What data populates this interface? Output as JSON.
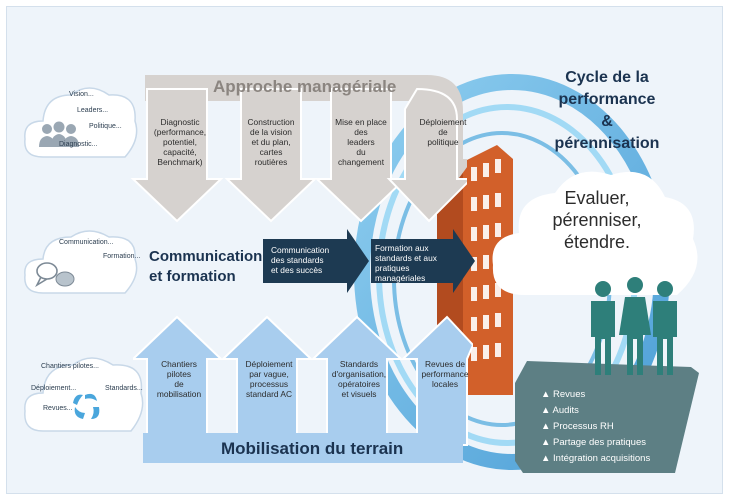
{
  "top_section": {
    "title": "Approche managériale",
    "cloud_labels": [
      "Vision...",
      "Leaders...",
      "Politique...",
      "Diagnostic..."
    ],
    "columns": [
      {
        "l1": "Diagnostic",
        "l2": "(performance,",
        "l3": "potentiel,",
        "l4": "capacité,",
        "l5": "Benchmark)"
      },
      {
        "l1": "Construction",
        "l2": "de la vision",
        "l3": "et du plan,",
        "l4": "cartes",
        "l5": "routières"
      },
      {
        "l1": "Mise en place",
        "l2": "des",
        "l3": "leaders",
        "l4": "du",
        "l5": "changement"
      },
      {
        "l1": "Déploiement",
        "l2": "de",
        "l3": "politique"
      }
    ]
  },
  "middle_section": {
    "title_line1": "Communication",
    "title_line2": "et formation",
    "cloud_labels": [
      "Communication...",
      "Formation..."
    ],
    "arrows": [
      {
        "l1": "Communication",
        "l2": "des standards",
        "l3": "et des succès"
      },
      {
        "l1": "Formation aux",
        "l2": "standards et aux",
        "l3": "pratiques",
        "l4": "managériales"
      }
    ]
  },
  "bottom_section": {
    "title": "Mobilisation du terrain",
    "cloud_labels": [
      "Chantiers pilotes...",
      "Déploiement...",
      "Standards...",
      "Revues..."
    ],
    "columns": [
      {
        "l1": "Chantiers",
        "l2": "pilotes",
        "l3": "de",
        "l4": "mobilisation"
      },
      {
        "l1": "Déploiement",
        "l2": "par vague,",
        "l3": "processus",
        "l4": "standard AC"
      },
      {
        "l1": "Standards",
        "l2": "d'organisation,",
        "l3": "opératoires",
        "l4": "et visuels"
      },
      {
        "l1": "Revues de",
        "l2": "performance",
        "l3": "locales"
      }
    ]
  },
  "cycle": {
    "title_line1": "Cycle de la",
    "title_line2": "performance",
    "title_line3": "& pérennisation",
    "cloud_line1": "Evaluer,",
    "cloud_line2": "pérenniser,",
    "cloud_line3": "étendre.",
    "items": [
      "▲ Revues",
      "▲ Audits",
      "▲ Processus RH",
      "▲ Partage des pratiques",
      "▲ Intégration acquisitions"
    ]
  },
  "colors": {
    "grey_arrow": "#d6d2cf",
    "dark_arrow": "#1d3a52",
    "blue_arrow": "#a8cdee",
    "teal": "#2e7f7a",
    "panel": "#5d7f84",
    "orange": "#d2602a",
    "ring": "#55aee0",
    "title_dark": "#1b3350"
  }
}
